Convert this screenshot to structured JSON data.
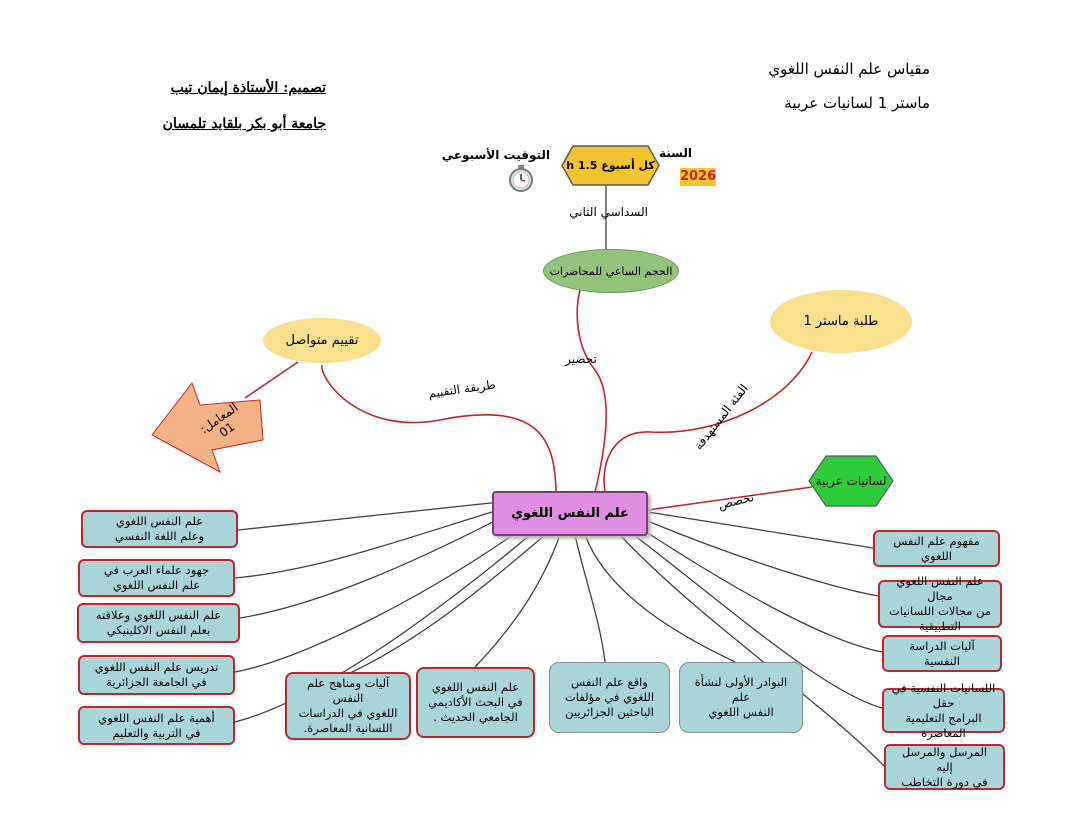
{
  "header": {
    "course_title": "مقياس علم النفس اللغوي",
    "level": "ماستر 1  لسانيات عربية",
    "design_credit": "تصميم: الأستاذة إيمان تيب",
    "university": "جامعة أبو بكر بلقايد تلمسان"
  },
  "schedule": {
    "weekly_timing_label": "التوقيت الأسبوعي",
    "weekly_timing_value": "كل أسبوع h 1.5",
    "year_label": "السنة",
    "year_value": "2026",
    "semester": "السداسي الثاني",
    "clock_icon": "stopwatch-icon"
  },
  "center": {
    "title": "علم النفس اللغوي"
  },
  "branches": {
    "hours": "الحجم الساعي للمحاضرات",
    "prep_label": "تحضير",
    "target": "طلبة ماستر 1",
    "target_label": "الفئة المستهدفة",
    "specialty": "لسانيات عربية",
    "specialty_label": "تخصص",
    "evaluation": "تقييم متواصل",
    "evaluation_label": "طريقة التقييم",
    "coefficient": "المعامل:\n01"
  },
  "topics_left": [
    "علم النفس اللغوي\nوعلم اللغة النفسي",
    "جهود علماء العرب في\nعلم النفس اللغوي",
    "علم النفس اللغوي وعلاقته\nبعلم النفس الاكلينيكي",
    "تدريس علم النفس اللغوي\nفي الجامعة الجزائرية",
    "أهمية علم النفس اللغوي\nفي التربية والتعليم"
  ],
  "topics_bottom": [
    "آليات ومناهج علم النفس\nاللغوي في الدراسات\nاللسانية المعاصرة.",
    "علم النفس اللغوي\nفي البحث الأكاديمي\nالجامعي الحديث .",
    "واقع علم النفس\nاللغوي في مؤلفات\nالباحثين الجزائريين",
    "البوادر الأولى لنشأة علم\nالنفس اللغوي"
  ],
  "topics_right": [
    "مفهوم علم النفس اللغوي",
    "علم النفس اللغوي مجال\nمن مجالات اللسانيات\nالتطبيقية",
    "آليات الدراسة النفسية",
    "اللسانيات النفسية في حقل\nالبرامج التعليمية المعاصرة",
    "المرسل والمرسل إليه\nفي دورة التخاطب"
  ],
  "colors": {
    "topic_fill": "#a9d5d8",
    "topic_border": "#c0262c",
    "center_fill": "#e08fe0",
    "yellow": "#f8e08e",
    "green_ellipse": "#93c47d",
    "green_hex": "#2ecc3a",
    "hex_yellow": "#f4c430",
    "arrow_fill": "#f4b183",
    "edge": "#404040",
    "red_edge": "#c0262c",
    "year": "#c0262c"
  }
}
